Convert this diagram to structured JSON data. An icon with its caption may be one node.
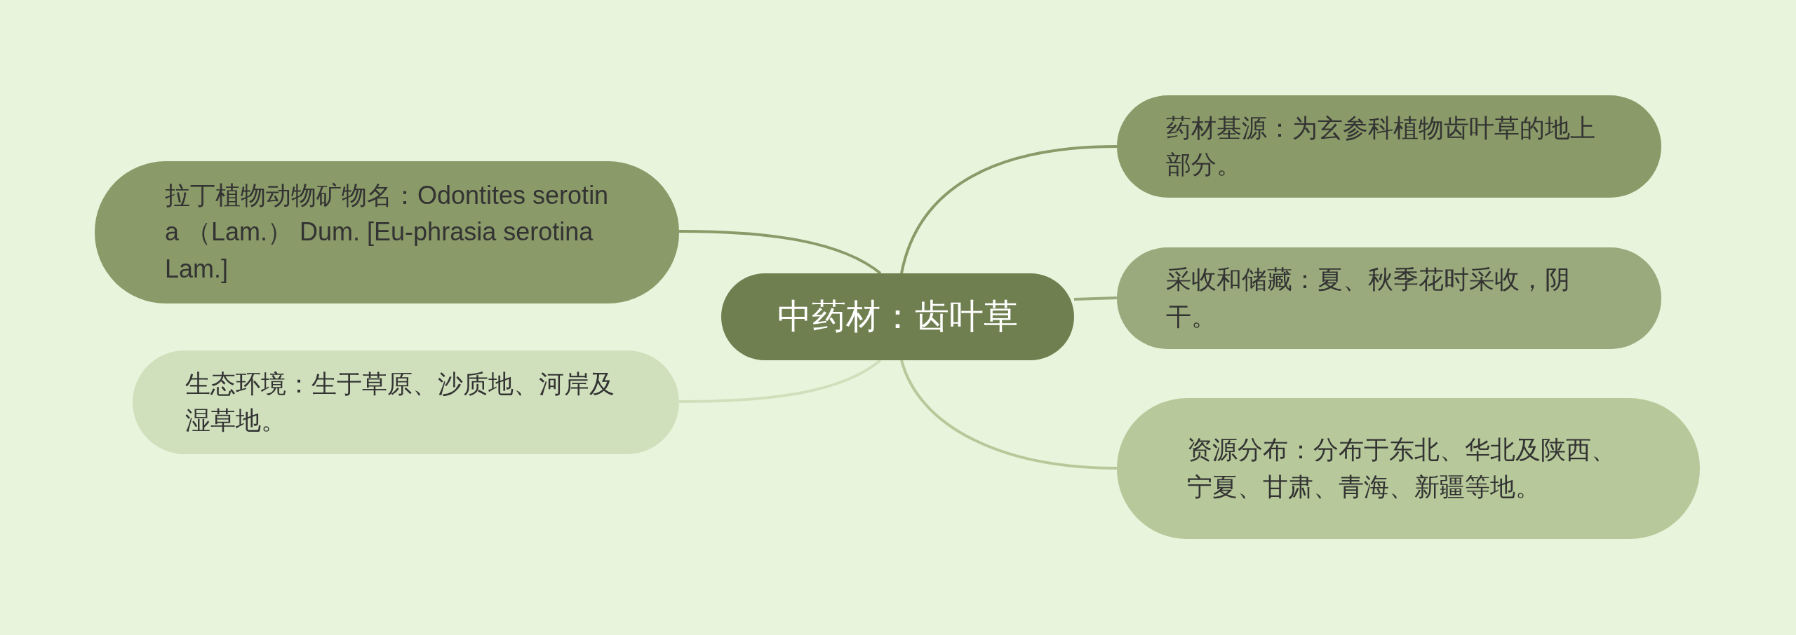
{
  "diagram": {
    "nodes": [
      {
        "text": [
          "中药材：齿叶草"
        ]
      },
      {
        "text": [
          "药材基源：为玄参科植物齿叶草的地上部分。"
        ]
      },
      {
        "text": [
          "采收和储藏：夏、秋季花时采收，阴干。"
        ]
      },
      {
        "text": [
          "资源分布：分布于东北、华北及陕西、宁夏、甘肃、青海、新疆等地。"
        ]
      },
      {
        "text": [
          "拉丁植物动物矿物名：Odontites serotina （Lam.） Dum. [Eu-phrasia serotina Lam.]"
        ]
      },
      {
        "text": [
          "生态环境：生于草原、沙质地、河岸及湿草地。"
        ]
      }
    ],
    "edges": [
      {
        "from": 0,
        "to": 1,
        "arrow": "none",
        "color": "#8a9a68"
      },
      {
        "from": 0,
        "to": 2,
        "arrow": "none",
        "color": "#9aaa7c"
      },
      {
        "from": 0,
        "to": 3,
        "arrow": "none",
        "color": "#b7c99a"
      },
      {
        "from": 0,
        "to": 4,
        "arrow": "none",
        "color": "#8a9a68"
      },
      {
        "from": 0,
        "to": 5,
        "arrow": "none",
        "color": "#d0e0bc"
      }
    ]
  }
}
